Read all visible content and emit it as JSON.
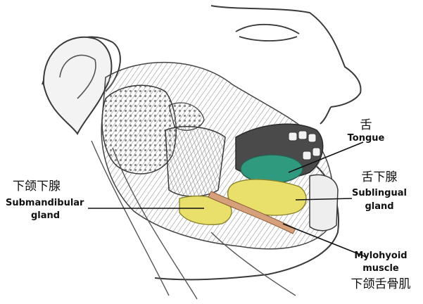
{
  "labels": {
    "tongue": {
      "cn": "舌",
      "en": "Tongue"
    },
    "sublingual": {
      "cn": "舌下腺",
      "en_line1": "Sublingual",
      "en_line2": "gland"
    },
    "submandibular": {
      "cn": "下颌下腺",
      "en_line1": "Submandibular",
      "en_line2": "gland"
    },
    "mylohyoid": {
      "en_line1": "Mylohyoid",
      "en_line2": "muscle",
      "cn": "下颌舌骨肌"
    }
  },
  "colors": {
    "tongue": "#2f9a7d",
    "gland": "#e8e06a",
    "muscle_band": "#d6a07a",
    "line_art": "#3a3a3a",
    "shading": "#9a9a9a",
    "background": "#ffffff"
  }
}
